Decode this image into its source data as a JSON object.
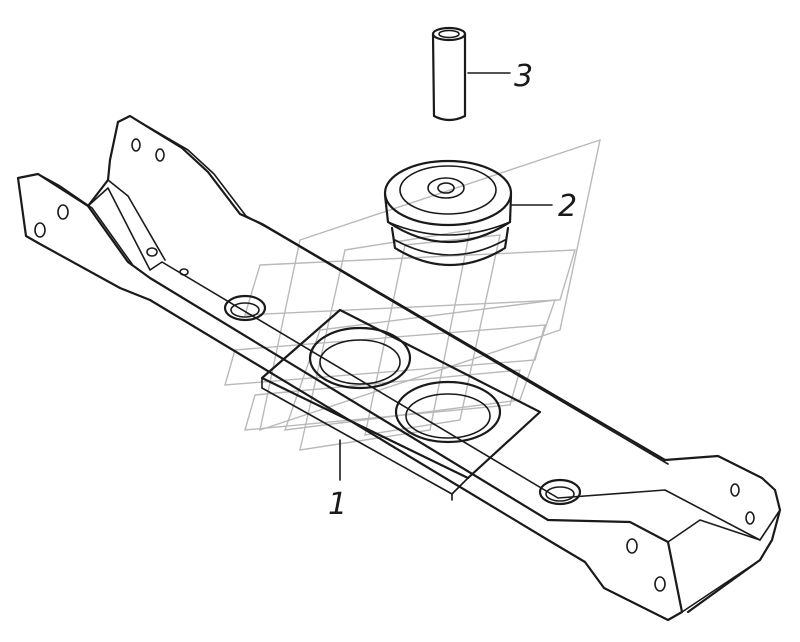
{
  "diagram": {
    "callouts": [
      {
        "id": "part-1",
        "label": "1"
      },
      {
        "id": "part-2",
        "label": "2"
      },
      {
        "id": "part-3",
        "label": "3"
      }
    ],
    "colors": {
      "line": "#1a1a1a",
      "watermark": "#b9b9b9",
      "background": "#ffffff"
    }
  }
}
